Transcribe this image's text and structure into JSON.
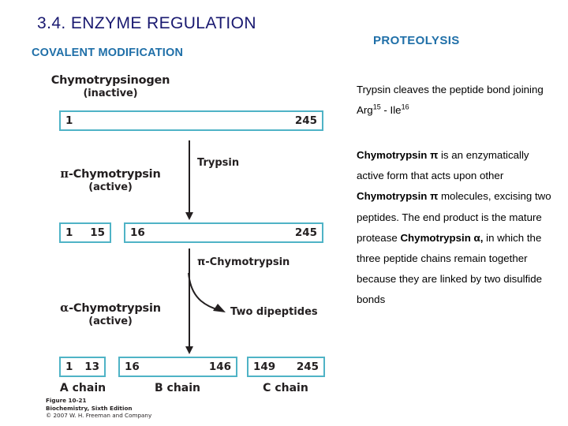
{
  "slide": {
    "title": "3.4. ENZYME REGULATION",
    "subtitle": "COVALENT MODIFICATION",
    "right_title": "PROTEOLYSIS"
  },
  "text": {
    "lead_part1": "Trypsin cleaves the peptide bond joining Arg",
    "lead_sup1": "15",
    "lead_dash": " - Ile",
    "lead_sup2": "16",
    "body_b1": "Chymotrypsin π",
    "body_t1": " is an enzymatically active form that acts upon other ",
    "body_b2": "Chymotrypsin π",
    "body_t2": " molecules, excising two peptides. The end product is the mature protease ",
    "body_b3": "Chymotrypsin α,",
    "body_t3": " in which the three peptide chains remain together because they are linked by two disulfide bonds"
  },
  "figure": {
    "rows": [
      {
        "name_glyph": "",
        "name": "Chymotrypsinogen",
        "state": "(inactive)",
        "bars": [
          {
            "left": "1",
            "right": "245"
          }
        ]
      },
      {
        "name_glyph": "π",
        "name": "-Chymotrypsin",
        "state": "(active)",
        "bars": [
          {
            "left": "1",
            "right": "15"
          },
          {
            "left": "16",
            "right": "245"
          }
        ]
      },
      {
        "name_glyph": "α",
        "name": "-Chymotrypsin",
        "state": "(active)",
        "bars": [
          {
            "left": "1",
            "right": "13"
          },
          {
            "left": "16",
            "right": "146"
          },
          {
            "left": "149",
            "right": "245"
          }
        ]
      }
    ],
    "arrow1_label": "Trypsin",
    "arrow2_label": "π-Chymotrypsin",
    "branch_label": "Two dipeptides",
    "chain_labels": [
      "A chain",
      "B chain",
      "C chain"
    ],
    "credit_line1": "Figure 10-21",
    "credit_line2": "Biochemistry, Sixth Edition",
    "credit_line3": "© 2007 W. H. Freeman and Company"
  },
  "colors": {
    "title_navy": "#191970",
    "heading_blue": "#1F6FA8",
    "bar_border_teal": "#4FB3C6",
    "ink": "#231f20"
  }
}
